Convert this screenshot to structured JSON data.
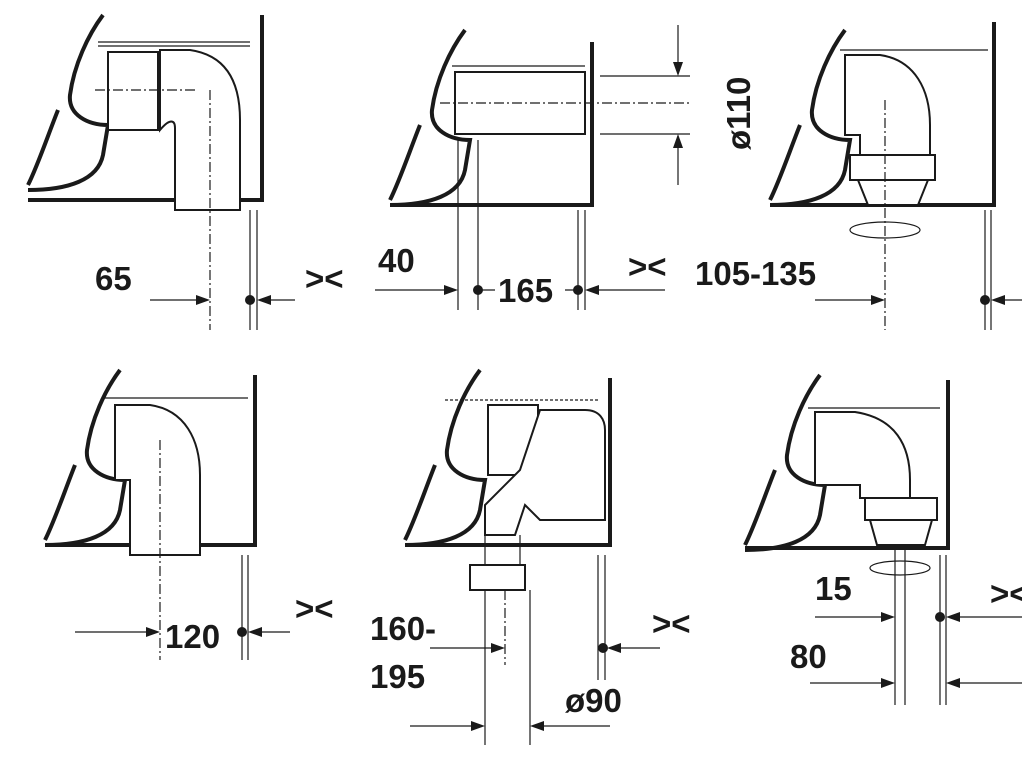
{
  "title": "Toilet outlet connection variants",
  "panels": [
    {
      "id": "horizontal-bend",
      "labels": {
        "dim": "65",
        "offset": "><"
      }
    },
    {
      "id": "straight-connector",
      "labels": {
        "dim_a": "40",
        "dim_b": "165",
        "offset": "><",
        "diameter": "ø110"
      }
    },
    {
      "id": "vertical-adjustable",
      "labels": {
        "dim": "105-135"
      }
    },
    {
      "id": "bend-vertical",
      "labels": {
        "dim": "120",
        "offset": "><"
      }
    },
    {
      "id": "offset-connector",
      "labels": {
        "dim_line1": "160-",
        "dim_line2": "195",
        "offset": "><",
        "diameter": "ø90"
      }
    },
    {
      "id": "bend-adjustable",
      "labels": {
        "dim_a": "15",
        "dim_b": "80",
        "offset": "><"
      }
    }
  ]
}
